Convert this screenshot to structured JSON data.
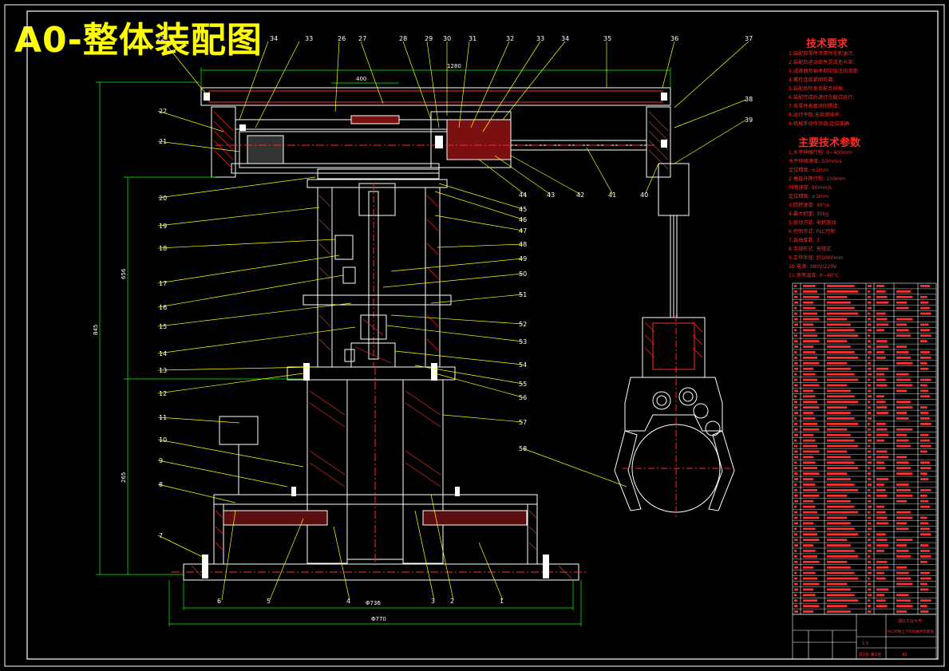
{
  "title": "A0-整体装配图",
  "tech_req_title": "技术要求",
  "tech_req_items": [
    "1.装配前零件须清除毛刺油污;",
    "2.装配后运动部件灵活无卡滞;",
    "3.减速器及轴承部位加注润滑脂;",
    "4.螺栓连接紧固可靠;",
    "5.装配后检查各配合间隙;",
    "6.装配完成后进行空载试运行;",
    "7.各零件表面涂防锈漆;",
    "8.运行平稳,无异常噪声;",
    "9.机械手动作协调,定位准确."
  ],
  "params_title": "主要技术参数",
  "params_items": [
    "1.水平伸缩行程: 0~400mm",
    "  水平伸缩速度: 50mm/s",
    "  定位精度: ±1mm",
    "2.垂直升降行程: 150mm",
    "  升降速度: 50mm/s",
    "  定位精度: ±1mm",
    "3.回转速度: 30°/s",
    "4.最大抓重: 30kg",
    "5.驱动方式: 电机驱动",
    "6.控制方式: PLC控制",
    "7.自由度数: 3",
    "8.手部形式: 夹钳式",
    "9.工作半径: 约1000mm",
    "10.电源: 380V/220V",
    "11.使用温度: 0~40°C"
  ],
  "part_labels_top": [
    "33",
    "34",
    "35",
    "36",
    "37",
    "26",
    "27",
    "28",
    "29",
    "30",
    "31",
    "32"
  ],
  "part_labels_left": [
    "22",
    "21",
    "20",
    "19",
    "18",
    "17",
    "16",
    "15",
    "14",
    "13",
    "12",
    "11",
    "10",
    "9",
    "8",
    "7"
  ],
  "part_labels_right": [
    "38",
    "39",
    "40",
    "41",
    "42",
    "43",
    "44",
    "45",
    "46",
    "47",
    "48",
    "49",
    "50",
    "51",
    "52",
    "53",
    "54",
    "55",
    "56",
    "57",
    "58"
  ],
  "part_labels_bottom": [
    "6",
    "5",
    "4",
    "3",
    "2",
    "1"
  ],
  "dims": {
    "top_width": "1280",
    "top_inner": "400",
    "height_total": "845",
    "height_upper": "656",
    "height_lower": "265",
    "base_inner": "Φ736",
    "base_outer": "Φ770"
  },
  "title_block": {
    "school": "湖北工业大学",
    "drawing_name": "PLC控制上下料机械手装配图",
    "scale": "1:5",
    "sheet": "共1张 第1张",
    "drawing_no": "A0"
  },
  "colors": {
    "background": "#000000",
    "frame": "#ffffff",
    "outline": "#ffffff",
    "hatch": "#ff2a2a",
    "leader": "#ffff00",
    "dimension": "#00ff00",
    "centerline": "#ff2a2a",
    "title": "#ffff00",
    "text_red": "#ff2a2a"
  }
}
